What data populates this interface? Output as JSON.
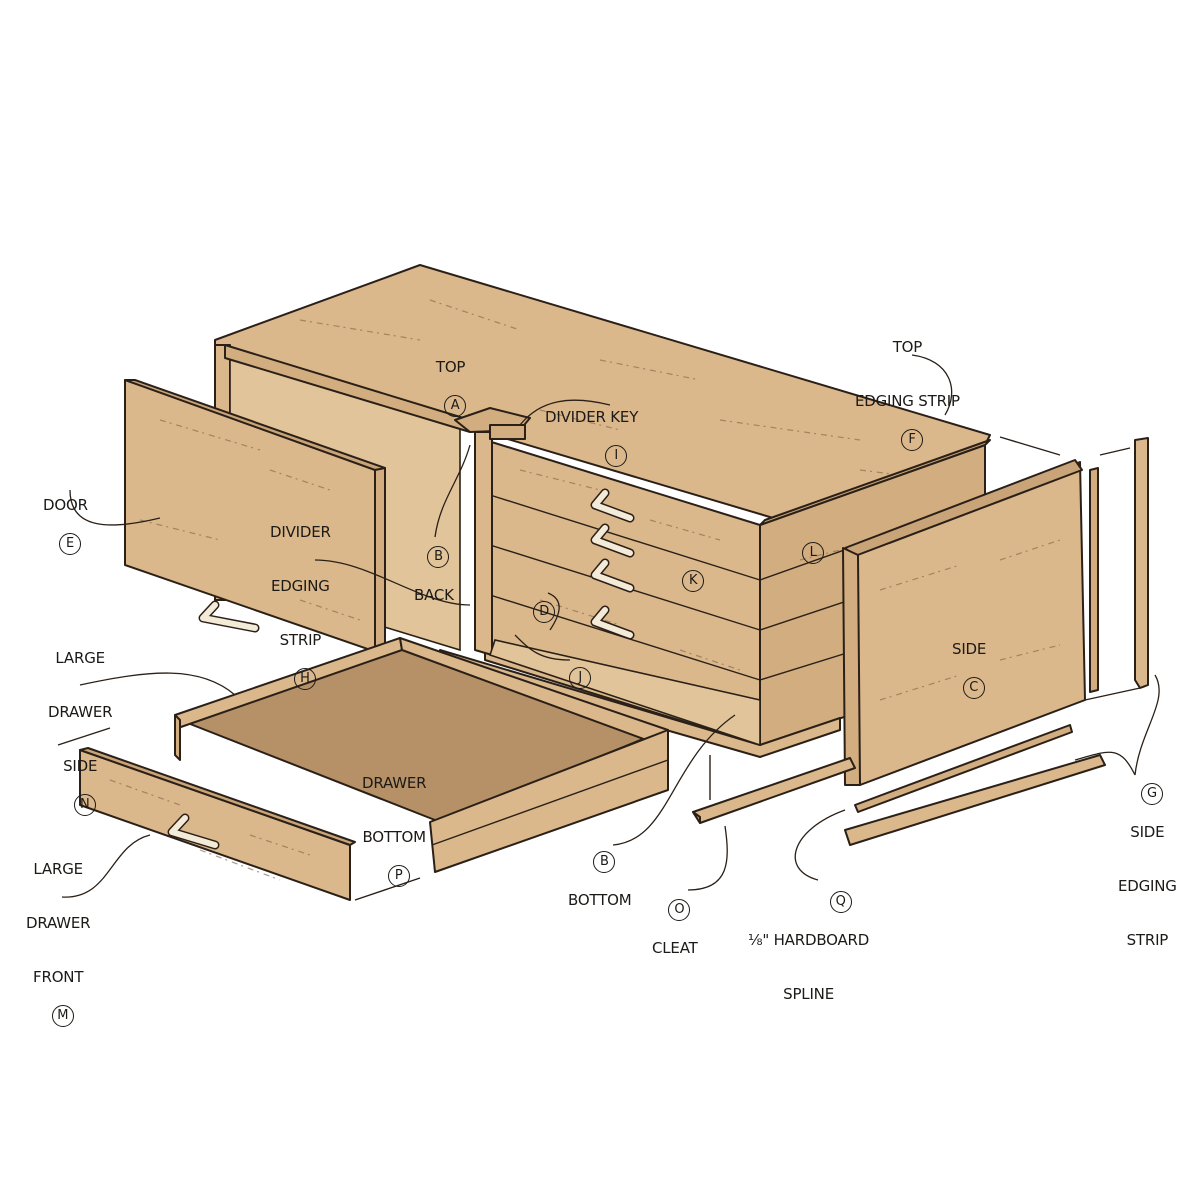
{
  "diagram": {
    "type": "exploded-assembly",
    "subject": "cabinet with drawers",
    "colors": {
      "wood": "#dbb88b",
      "wood_shadow": "#c9a478",
      "drawer_bottom": "#b69168",
      "outline": "#2a2018",
      "background": "#ffffff"
    },
    "parts": {
      "top": {
        "name": "TOP",
        "letter": "A"
      },
      "back": {
        "name": "BACK",
        "letter": "B"
      },
      "bottom": {
        "name": "BOTTOM",
        "letter": "B"
      },
      "side": {
        "name": "SIDE",
        "letter": "C"
      },
      "d": {
        "letter": "D"
      },
      "door": {
        "name": "DOOR",
        "letter": "E"
      },
      "top_edging": {
        "name_line1": "TOP",
        "name_line2": "EDGING STRIP",
        "letter": "F"
      },
      "side_edging": {
        "name_line1": "SIDE",
        "name_line2": "EDGING",
        "name_line3": "STRIP",
        "letter": "G"
      },
      "divider_edging": {
        "name_line1": "DIVIDER",
        "name_line2": "EDGING",
        "name_line3": "STRIP",
        "letter": "H"
      },
      "divider_key": {
        "name": "DIVIDER KEY",
        "letter": "I"
      },
      "j": {
        "letter": "J"
      },
      "k": {
        "letter": "K"
      },
      "l": {
        "letter": "L"
      },
      "large_drawer_front": {
        "name_line1": "LARGE",
        "name_line2": "DRAWER",
        "name_line3": "FRONT",
        "letter": "M"
      },
      "large_drawer_side": {
        "name_line1": "LARGE",
        "name_line2": "DRAWER",
        "name_line3": "SIDE",
        "letter": "N"
      },
      "cleat": {
        "name": "CLEAT",
        "letter": "O"
      },
      "drawer_bottom": {
        "name_line1": "DRAWER",
        "name_line2": "BOTTOM",
        "letter": "P"
      },
      "spline": {
        "name_line1": "⅛\" HARDBOARD",
        "name_line2": "SPLINE",
        "letter": "Q"
      }
    }
  }
}
